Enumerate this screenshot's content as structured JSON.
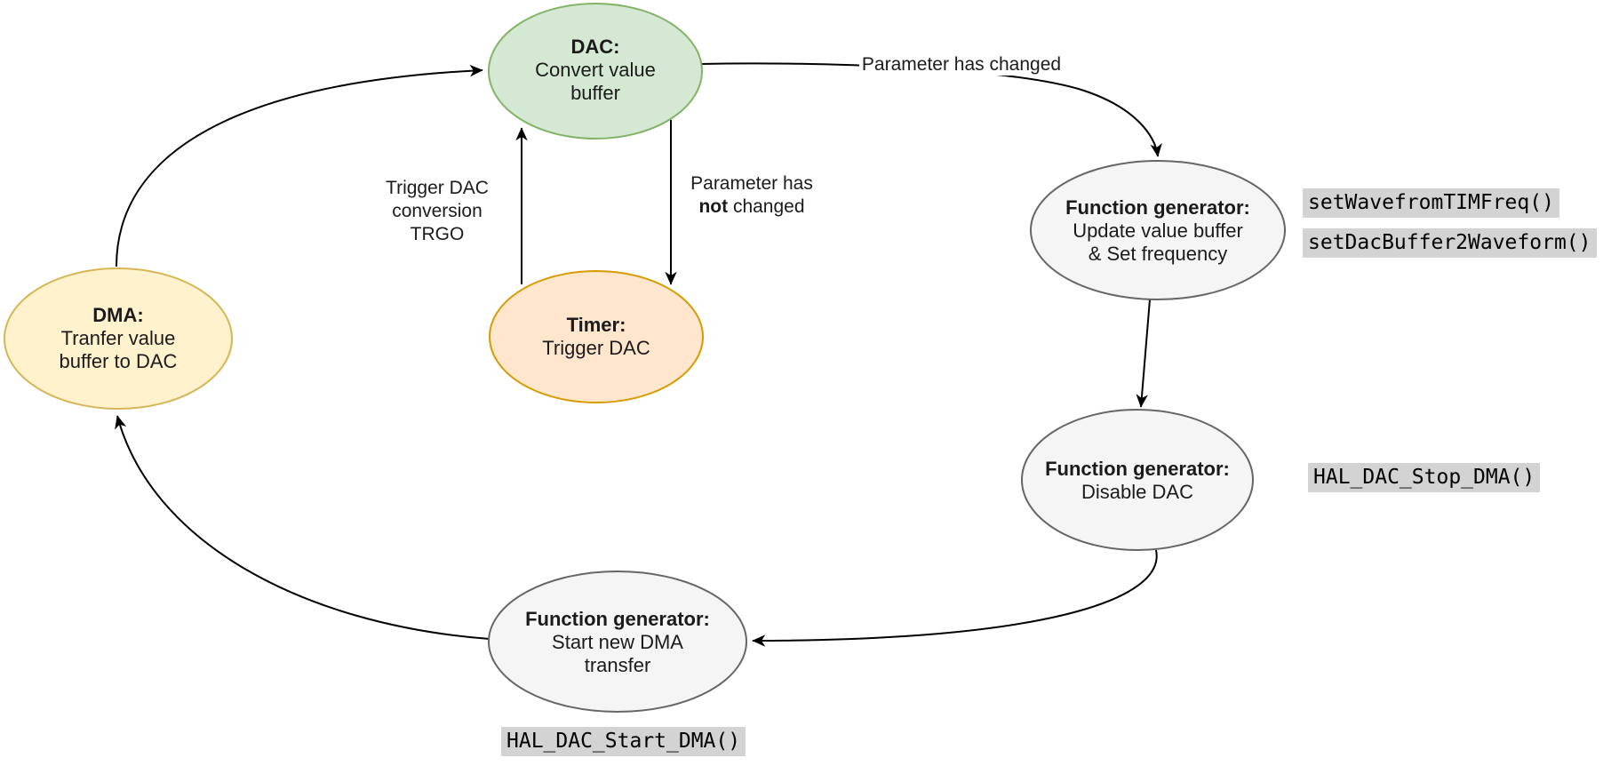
{
  "diagram": {
    "nodes": {
      "dac": {
        "title": "DAC:",
        "lines": [
          "Convert value",
          "buffer"
        ]
      },
      "timer": {
        "title": "Timer:",
        "lines": [
          "Trigger DAC"
        ]
      },
      "dma": {
        "title": "DMA:",
        "lines": [
          "Tranfer value",
          "buffer to DAC"
        ]
      },
      "fg_update": {
        "title": "Function generator:",
        "lines": [
          "Update value buffer",
          "& Set frequency"
        ]
      },
      "fg_disable": {
        "title": "Function generator:",
        "lines": [
          "Disable DAC"
        ]
      },
      "fg_start": {
        "title": "Function generator:",
        "lines": [
          "Start new DMA",
          "transfer"
        ]
      }
    },
    "edge_labels": {
      "parameter_changed": "Parameter has changed",
      "trigger_dac": {
        "lines": [
          "Trigger DAC",
          "conversion",
          "TRGO"
        ]
      },
      "parameter_not_changed": {
        "line1": "Parameter has",
        "bold": "not",
        "rest": " changed"
      }
    },
    "code_labels": {
      "set_wave": "setWavefromTIMFreq()",
      "set_dac_buffer": "setDacBuffer2Waveform()",
      "hal_stop": "HAL_DAC_Stop_DMA()",
      "hal_start": "HAL_DAC_Start_DMA()"
    },
    "colors": {
      "green_fill": "#d5e8d4",
      "green_stroke": "#82b366",
      "orange_fill": "#ffe6cc",
      "orange_stroke": "#d79b00",
      "yellow_fill": "#fff2cc",
      "yellow_stroke": "#d6b656",
      "gray_fill": "#f5f5f5",
      "gray_stroke": "#666666",
      "arrow": "#000000",
      "code_bg": "#d3d3d3"
    }
  }
}
